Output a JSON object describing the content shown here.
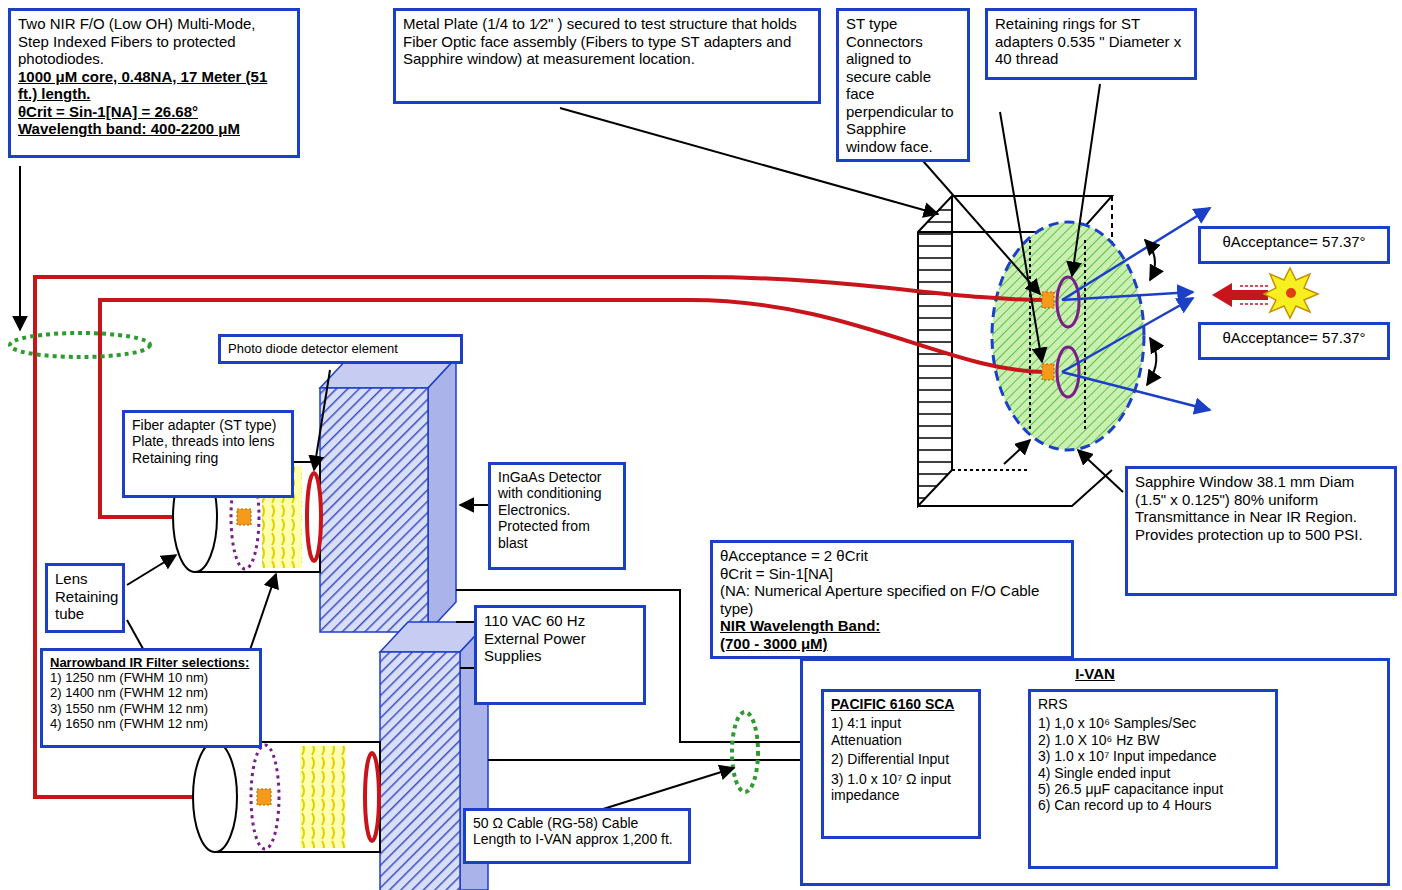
{
  "diagram": {
    "nodes": [
      {
        "text": [
          "Two NIR F/O (Low OH) Multi-Mode, Step Indexed Fibers to protected photodiodes.",
          "1000 μM core, 0.48NA, 17 Meter (51 ft.) length.",
          "θCrit = Sin-1[NA] = 26.68°",
          "Wavelength band: 400-2200 μM"
        ]
      },
      {
        "text": [
          "Metal Plate (1/4 to 1⁄2\" ) secured to test structure that holds Fiber Optic face assembly (Fibers to type ST adapters and Sapphire window) at measurement location."
        ]
      },
      {
        "text": [
          "ST type Connectors aligned to secure cable face perpendicular to Sapphire window face."
        ]
      },
      {
        "text": [
          "Retaining rings for ST adapters 0.535 \" Diameter x 40 thread"
        ]
      },
      {
        "text": [
          "θAcceptance= 57.37°"
        ]
      },
      {
        "text": [
          "θAcceptance= 57.37°"
        ]
      },
      {
        "text": [
          "Photo diode detector element"
        ]
      },
      {
        "text": [
          "Fiber adapter (ST type) Plate, threads into lens Retaining ring"
        ]
      },
      {
        "text": [
          "InGaAs Detector with conditioning Electronics. Protected from blast"
        ]
      },
      {
        "text": [
          "Lens Retaining tube"
        ]
      },
      {
        "text": [
          "Narrowband IR Filter selections:",
          "1) 1250 nm (FWHM 10 nm)",
          "2) 1400 nm (FWHM 12 nm)",
          "3) 1550 nm (FWHM 12 nm)",
          "4) 1650 nm (FWHM 12 nm)"
        ]
      },
      {
        "text": [
          "110 VAC 60 Hz External Power Supplies"
        ]
      },
      {
        "text": [
          "θAcceptance = 2 θCrit",
          "θCrit = Sin-1[NA]",
          "(NA: Numerical Aperture specified on F/O Cable type)",
          "NIR Wavelength Band:",
          "(700 - 3000 μM)"
        ]
      },
      {
        "text": [
          "Sapphire Window 38.1 mm Diam (1.5\" x 0.125\") 80% uniform Transmittance in Near IR Region. Provides protection up to 500 PSI."
        ]
      },
      {
        "text": [
          "50 Ω Cable (RG-58) Cable Length to I-VAN approx 1,200 ft."
        ]
      },
      {
        "text": [
          "I-VAN"
        ]
      },
      {
        "text": [
          "PACIFIC 6160 SCA",
          "1) 4:1 input Attenuation",
          "2) Differential Input",
          "3) 1.0 x 10⁷ Ω input impedance"
        ],
        "in": 15
      },
      {
        "text": [
          "RRS",
          "1) 1,0 x 10⁶ Samples/Sec",
          "2) 1.0 X 10⁶ Hz BW",
          "3) 1.0 x 10⁷ Input impedance",
          "4) Single ended input",
          "5) 26.5 μμF capacitance input",
          "6) Can record up to 4 Hours"
        ],
        "in": 15
      }
    ],
    "edges": [
      {
        "from": 16,
        "to": 17,
        "arrow": "to"
      },
      {
        "from": 16,
        "to": 17,
        "arrow": "to"
      }
    ]
  }
}
